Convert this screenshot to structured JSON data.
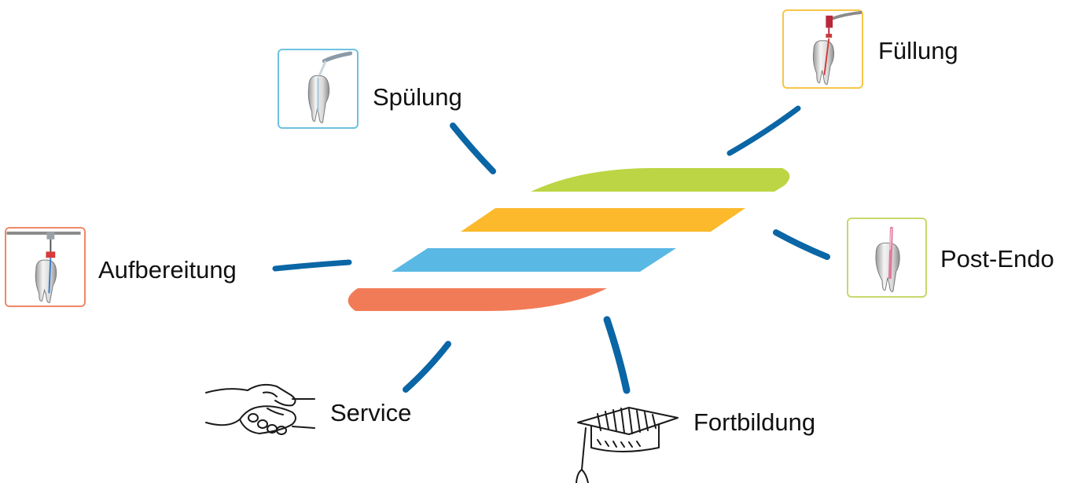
{
  "colors": {
    "connector": "#0a66a5",
    "stripe_green": "#bcd544",
    "stripe_yellow": "#fbb92b",
    "stripe_blue": "#5ab8e4",
    "stripe_orange": "#f27b57",
    "box_spuelung": "#6fc1e0",
    "box_fuellung": "#f6c646",
    "box_aufbereitung": "#ef8866",
    "box_postendo": "#c5d96a",
    "line_art": "#1a1a1a"
  },
  "icons": {
    "center": "endo-logo-stripes-icon",
    "spuelung": "tooth-irrigation-icon",
    "fuellung": "tooth-filling-icon",
    "aufbereitung": "tooth-file-preparation-icon",
    "postendo": "tooth-post-icon",
    "service": "handshake-icon",
    "fortbildung": "graduation-cap-icon"
  },
  "nodes": {
    "spuelung": "Spülung",
    "fuellung": "Füllung",
    "aufbereitung": "Aufbereitung",
    "postendo": "Post-Endo",
    "service": "Service",
    "fortbildung": "Fortbildung"
  }
}
